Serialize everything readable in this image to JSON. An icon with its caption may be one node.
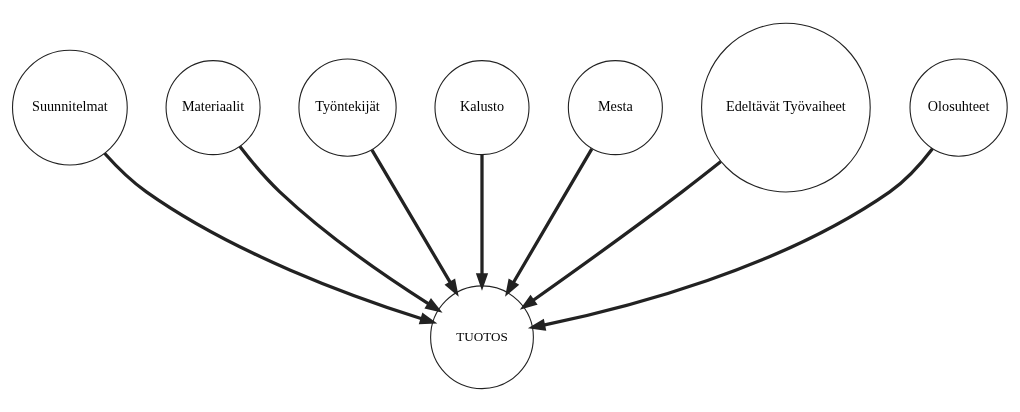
{
  "diagram": {
    "nodes": [
      {
        "text": [
          "Suunnitelmat"
        ]
      },
      {
        "text": [
          "Materiaalit"
        ]
      },
      {
        "text": [
          "Työntekijät"
        ]
      },
      {
        "text": [
          "Kalusto"
        ]
      },
      {
        "text": [
          "Mesta"
        ]
      },
      {
        "text": [
          "Edeltävät Työvaiheet"
        ]
      },
      {
        "text": [
          "Olosuhteet"
        ]
      },
      {
        "text": [
          "TUOTOS"
        ]
      }
    ],
    "edges": [
      {
        "from": 0,
        "to": 7,
        "arrow": "to"
      },
      {
        "from": 1,
        "to": 7,
        "arrow": "to"
      },
      {
        "from": 2,
        "to": 7,
        "arrow": "to"
      },
      {
        "from": 3,
        "to": 7,
        "arrow": "to"
      },
      {
        "from": 4,
        "to": 7,
        "arrow": "to"
      },
      {
        "from": 5,
        "to": 7,
        "arrow": "to"
      },
      {
        "from": 6,
        "to": 7,
        "arrow": "to"
      }
    ]
  }
}
